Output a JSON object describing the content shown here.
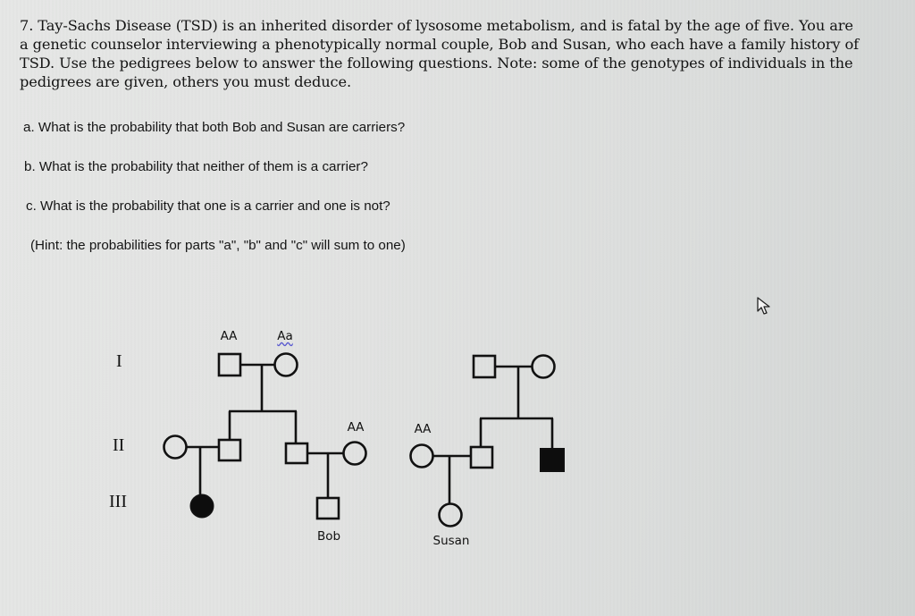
{
  "problem": {
    "number": "7.",
    "lines": [
      "7. Tay-Sachs Disease (TSD) is an inherited disorder of lysosome metabolism, and is fatal by the age of five.  You are",
      "a genetic counselor interviewing a phenotypically normal couple, Bob and Susan, who each have a family history of",
      "TSD.  Use the pedigrees below to answer the following questions.  Note: some of the genotypes of individuals in the",
      "pedigrees are given, others you must deduce."
    ],
    "questions": {
      "a": "a. What is the probability that both Bob and Susan are carriers?",
      "b": "b. What is the probability that neither of them is a carrier?",
      "c": "c. What is the probability that one is a carrier and one is not?",
      "hint": "(Hint: the probabilities for parts \"a\", \"b\" and \"c\" will sum to one)"
    }
  },
  "pedigree": {
    "generations": [
      "I",
      "II",
      "III"
    ],
    "genotype_labels": {
      "bob_grandfather": "AA",
      "bob_grandmother": "Aa",
      "bob_mother": "AA",
      "susan_mother": "AA"
    },
    "names": {
      "bob": "Bob",
      "susan": "Susan"
    },
    "colors": {
      "line": "#111111",
      "affected_fill": "#0d0d0d",
      "unaffected_fill": "none"
    }
  }
}
